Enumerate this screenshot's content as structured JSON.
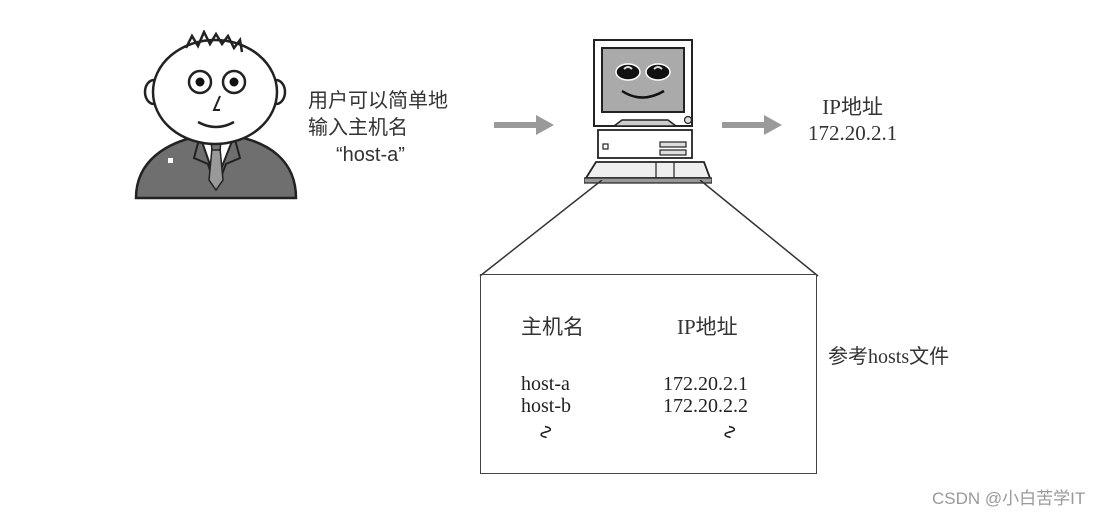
{
  "diagram": {
    "user": {
      "label_lines": [
        "用户可以简单地",
        "输入主机名",
        "“host-a”"
      ]
    },
    "result": {
      "title": "IP地址",
      "value": "172.20.2.1"
    },
    "hosts_table": {
      "headers": [
        "主机名",
        "IP地址"
      ],
      "rows": [
        [
          "host-a",
          "172.20.2.1"
        ],
        [
          "host-b",
          "172.20.2.2"
        ],
        [
          "∿",
          "∿"
        ]
      ],
      "caption": "参考hosts文件"
    },
    "colors": {
      "arrow": "#9a9a9a",
      "suit": "#6b6b6b",
      "screen": "#a9a9a9",
      "outline": "#222222"
    }
  },
  "watermark": "CSDN @小白苦学IT"
}
